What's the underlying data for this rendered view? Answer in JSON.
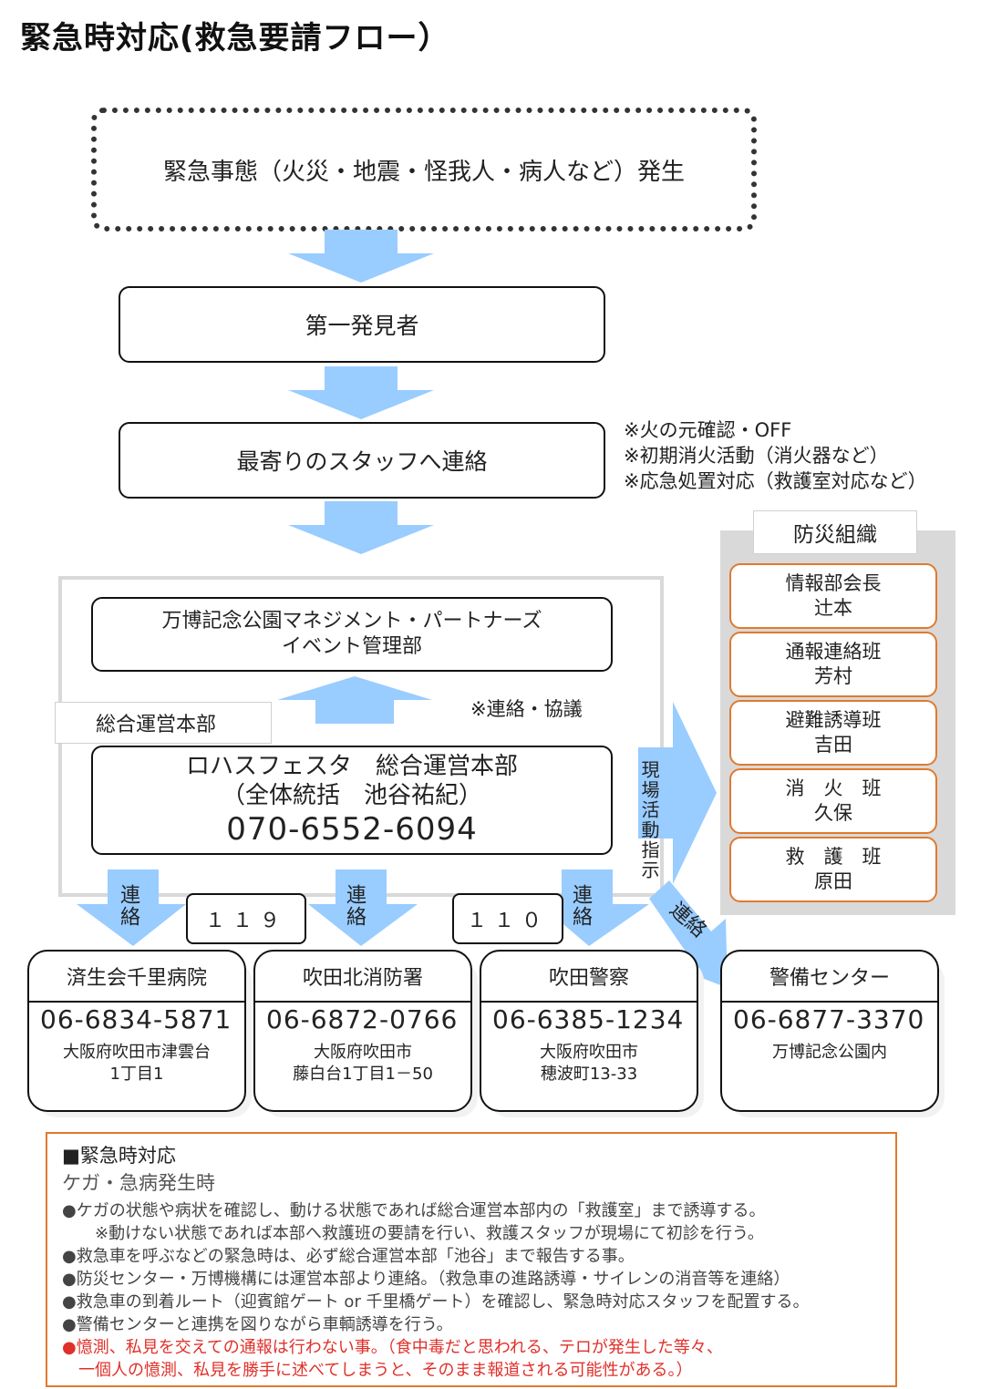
{
  "title": "緊急時対応(救急要請フロー）",
  "flow": {
    "emergency": "緊急事態（火災・地震・怪我人・病人など）発生",
    "discoverer": "第一発見者",
    "contact_staff": "最寄りのスタッフへ連絡",
    "notes": [
      "※火の元確認・OFF",
      "※初期消火活動（消火器など）",
      "※応急処置対応（救護室対応など）"
    ],
    "management_line1": "万博記念公園マネジメント・パートナーズ",
    "management_line2": "イベント管理部",
    "consult_note": "※連絡・協議",
    "hq_label": "総合運営本部",
    "hq_line1": "ロハスフェスタ　総合運営本部",
    "hq_line2": "（全体統括　池谷祐紀）",
    "hq_phone": "070-6552-6094",
    "site_instruction": "現場活動指示",
    "contact": "連絡",
    "num_119": "１１９",
    "num_110": "１１０"
  },
  "org": {
    "label": "防災組織",
    "items": [
      {
        "role": "情報部会長",
        "name": "辻本"
      },
      {
        "role": "通報連絡班",
        "name": "芳村"
      },
      {
        "role": "避難誘導班",
        "name": "吉田"
      },
      {
        "role": "消　火　班",
        "name": "久保"
      },
      {
        "role": "救　護　班",
        "name": "原田"
      }
    ]
  },
  "contacts": [
    {
      "name": "済生会千里病院",
      "phone": "06-6834-5871",
      "addr1": "大阪府吹田市津雲台",
      "addr2": "1丁目1"
    },
    {
      "name": "吹田北消防署",
      "phone": "06-6872-0766",
      "addr1": "大阪府吹田市",
      "addr2": "藤白台1丁目1－50"
    },
    {
      "name": "吹田警察",
      "phone": "06-6385-1234",
      "addr1": "大阪府吹田市",
      "addr2": "穂波町13-33"
    },
    {
      "name": "警備センター",
      "phone": "06-6877-3370",
      "addr1": "万博記念公園内",
      "addr2": ""
    }
  ],
  "info": {
    "heading": "■緊急時対応",
    "subheading": "ケガ・急病発生時",
    "lines": [
      "●ケガの状態や病状を確認し、動ける状態であれば総合運営本部内の「救護室」まで誘導する。",
      "　　※動けない状態であれば本部へ救護班の要請を行い、救護スタッフが現場にて初診を行う。",
      "●救急車を呼ぶなどの緊急時は、必ず総合運営本部「池谷」まで報告する事。",
      "●防災センター・万博機構には運営本部より連絡。（救急車の進路誘導・サイレンの消音等を連絡）",
      "●救急車の到着ルート（迎賓館ゲート or 千里橋ゲート）を確認し、緊急時対応スタッフを配置する。",
      "●警備センターと連携を図りながら車輌誘導を行う。"
    ],
    "warning1": "●憶測、私見を交えての通報は行わない事。（食中毒だと思われる、テロが発生した等々、",
    "warning2": "　一個人の憶測、私見を勝手に述べてしまうと、そのまま報道される可能性がある。）"
  },
  "colors": {
    "arrow": "#99ccff",
    "org_border": "#e07a2e",
    "info_border": "#e07a2e",
    "warning": "#e0302a"
  }
}
